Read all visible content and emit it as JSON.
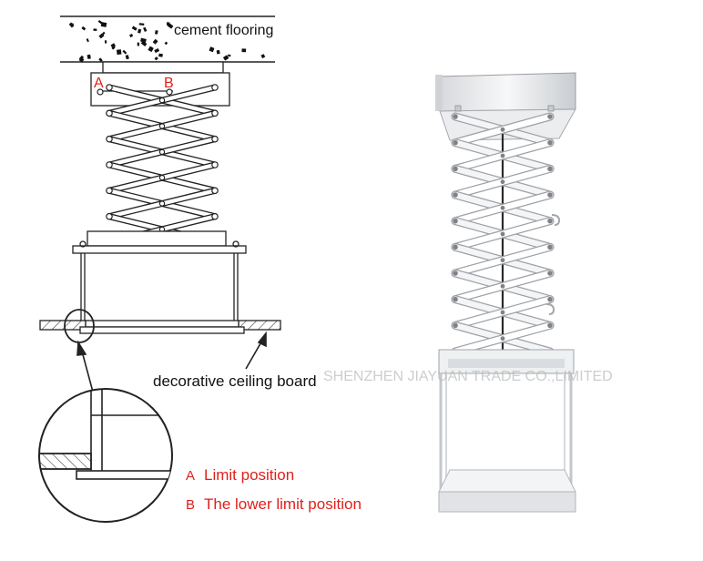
{
  "labels": {
    "cement": "cement  flooring",
    "point_a": "A",
    "point_b": "B",
    "ceiling": "decorative  ceiling  board",
    "watermark": "SHENZHEN JIAYUAN TRADE CO.,LIMITED"
  },
  "legend": [
    {
      "key": "A",
      "text": "Limit  position"
    },
    {
      "key": "B",
      "text": "The  lower  limit  position"
    }
  ],
  "colors": {
    "line": "#222222",
    "red": "#e0201c",
    "metal_white": "#f2f3f4",
    "metal_shadow": "#b9bcc0"
  }
}
